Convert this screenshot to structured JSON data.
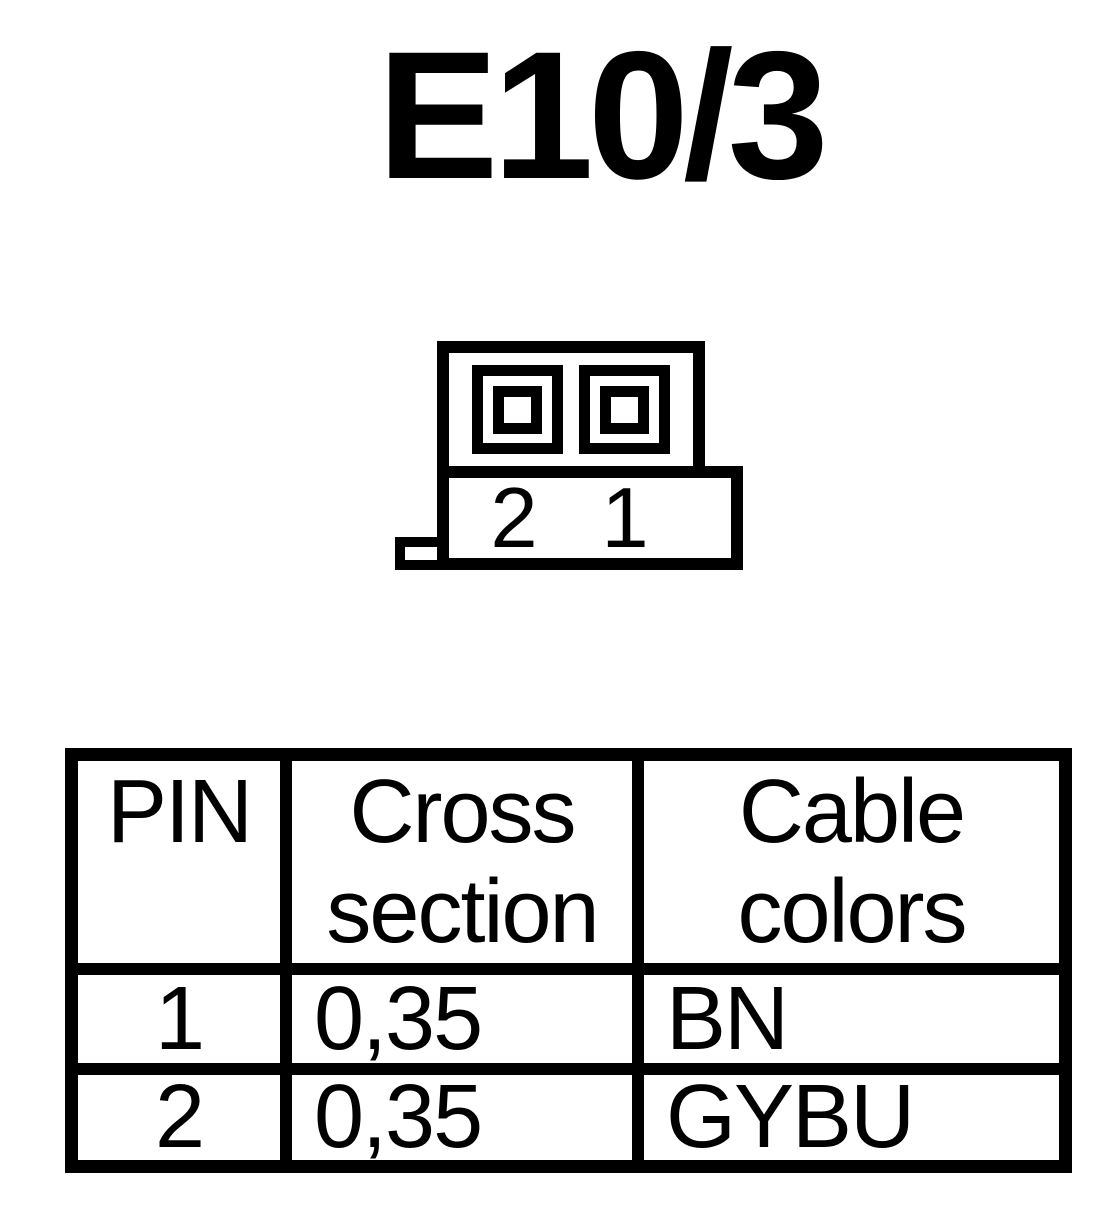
{
  "title": "E10/3",
  "colors": {
    "ink": "#000000",
    "background": "#ffffff"
  },
  "connector": {
    "pin_labels": [
      "2",
      "1"
    ],
    "cavity_count": 2
  },
  "table": {
    "headers": [
      "PIN",
      "Cross section",
      "Cable colors"
    ],
    "rows": [
      [
        "1",
        "0,35",
        "BN"
      ],
      [
        "2",
        "0,35",
        "GYBU"
      ]
    ]
  }
}
